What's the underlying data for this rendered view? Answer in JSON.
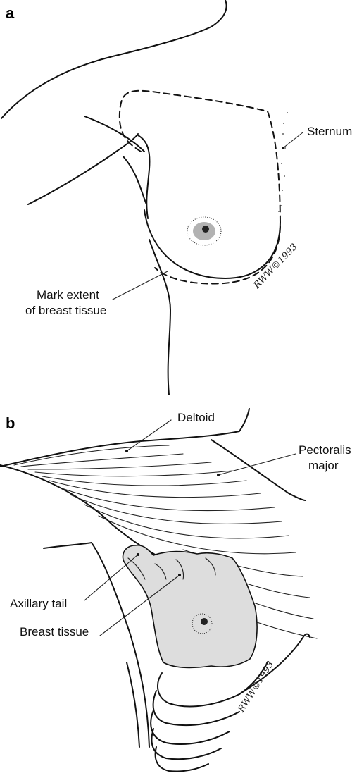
{
  "panel_a": {
    "letter": "a",
    "labels": {
      "sternum": "Sternum",
      "mark_extent_line1": "Mark extent",
      "mark_extent_line2": "of breast tissue"
    },
    "signature": "RWW©1993"
  },
  "panel_b": {
    "letter": "b",
    "labels": {
      "deltoid": "Deltoid",
      "pectoralis_line1": "Pectoralis",
      "pectoralis_line2": "major",
      "axillary_tail": "Axillary tail",
      "breast_tissue": "Breast tissue"
    },
    "signature": "RWW©1993"
  },
  "colors": {
    "ink": "#111111",
    "background": "#ffffff"
  }
}
